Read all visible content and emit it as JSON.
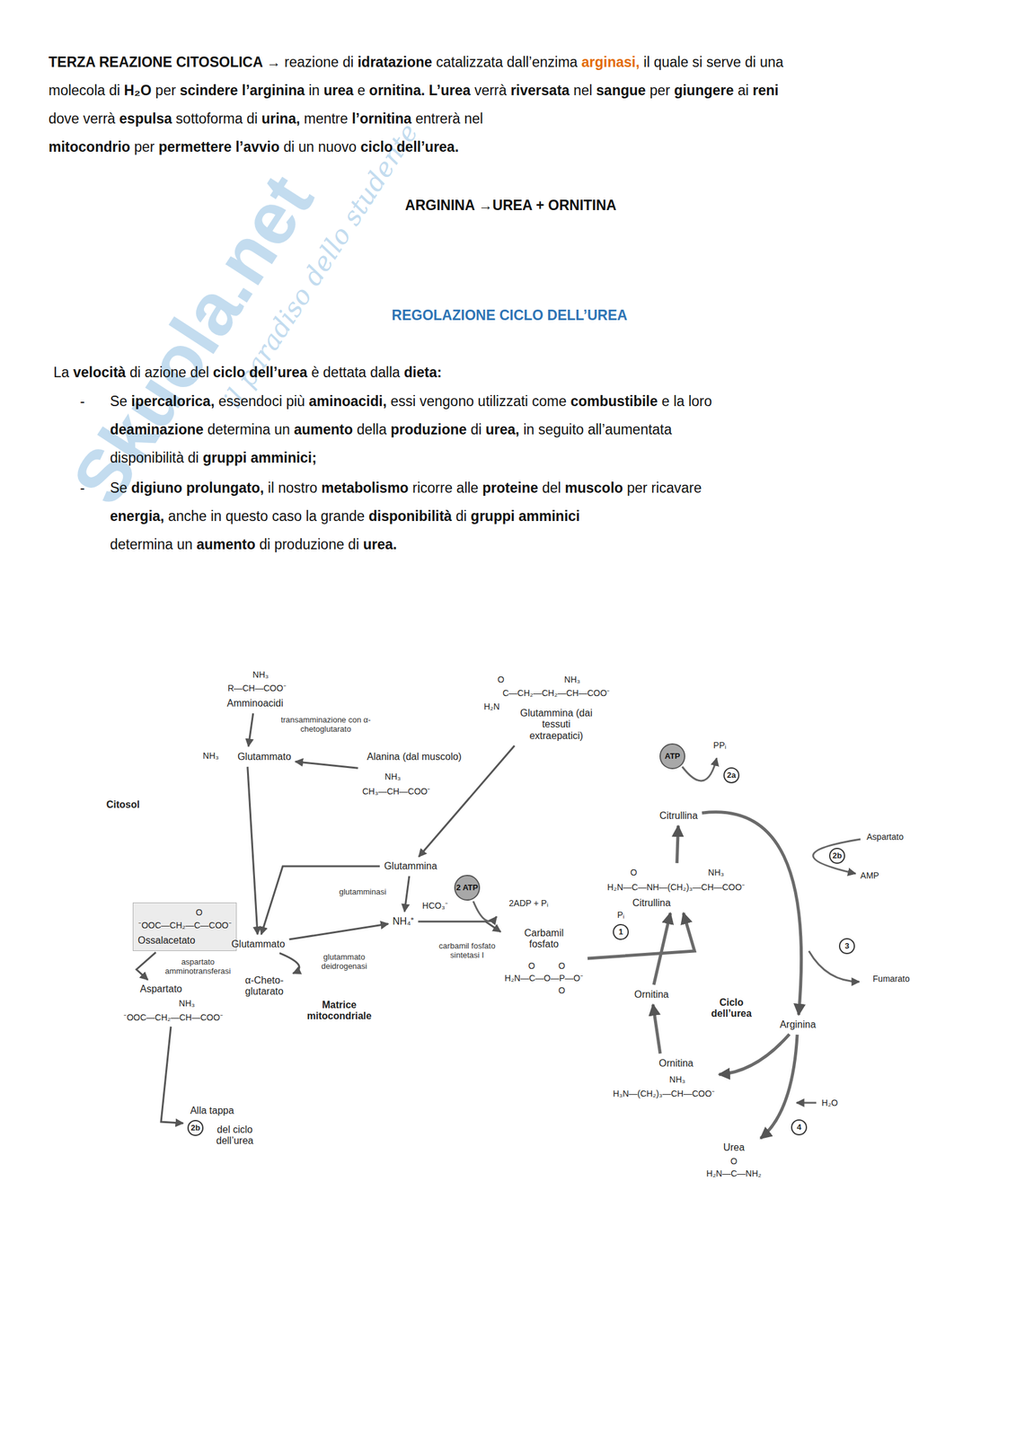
{
  "diagram": {
    "title": "REGOLAZIONE CICLO DELL’UREA",
    "nodes": [
      {
        "text": [
          "NH₃",
          "R—CH—COO⁻",
          "Amminoacidi"
        ]
      },
      {
        "text": [
          "NH₃",
          "Glutammato"
        ]
      },
      {
        "text": [
          "Alanina (dal muscolo)",
          "NH₃",
          "CH₃—CH—COO⁻"
        ]
      },
      {
        "text": [
          "O",
          "NH₃",
          "C—CH₂—CH₂—CH—COO⁻",
          "H₂N",
          "Glutammina (dai tessuti extraepatici)"
        ]
      },
      {
        "text": [
          "Matrice mitocondriale"
        ]
      },
      {
        "text": [
          "Glutammina"
        ],
        "in": 4
      },
      {
        "text": [
          "NH₄⁺"
        ],
        "in": 4
      },
      {
        "text": [
          "Glutammato"
        ],
        "in": 4
      },
      {
        "text": [
          "α-Cheto- glutarato"
        ],
        "in": 4
      },
      {
        "text": [
          "O",
          "⁻OOC—CH₂—C—COO⁻",
          "Ossalacetato"
        ],
        "in": 4
      },
      {
        "text": [
          "Aspartato",
          "NH₃",
          "⁻OOC—CH₂—CH—COO⁻"
        ],
        "in": 4
      },
      {
        "text": [
          "Carbamil fosfato",
          "O",
          "O",
          "H₂N—C—O—P—O⁻",
          "O"
        ],
        "in": 4
      },
      {
        "text": [
          "Alla tappa",
          "2b",
          "del ciclo dell’urea"
        ]
      },
      {
        "text": [
          "Citrullina"
        ]
      },
      {
        "text": [
          "O",
          "NH₃",
          "H₂N—C—NH—(CH₂)₃—CH—COO⁻",
          "Citrullina"
        ]
      },
      {
        "text": [
          "Ornitina"
        ]
      },
      {
        "text": [
          "Arginina"
        ]
      },
      {
        "text": [
          "Ornitina",
          "NH₃",
          "H₃N—(CH₂)₃—CH—COO⁻"
        ]
      },
      {
        "text": [
          "Urea",
          "O",
          "H₂N—C—NH₂"
        ]
      }
    ],
    "edges": [
      {
        "from": 0,
        "to": 1,
        "arrow": "to",
        "label": "transamminazione con α-chetoglutarato"
      },
      {
        "from": 2,
        "to": 1,
        "arrow": "to"
      },
      {
        "from": 1,
        "to": 7,
        "arrow": "to"
      },
      {
        "from": 3,
        "to": 5,
        "arrow": "to"
      },
      {
        "from": 5,
        "to": 6,
        "arrow": "to",
        "label": "glutamminasi"
      },
      {
        "from": 5,
        "to": 7,
        "arrow": "to"
      },
      {
        "from": 7,
        "to": 6,
        "arrow": "to",
        "label": "glutammato deidrogenasi"
      },
      {
        "from": 7,
        "to": 8,
        "arrow": "to"
      },
      {
        "from": 9,
        "to": 10,
        "arrow": "to",
        "label": "aspartato amminotransferasi"
      },
      {
        "from": 10,
        "to": 12,
        "arrow": "to"
      },
      {
        "from": 6,
        "to": 11,
        "arrow": "to",
        "label": "carbamil fosfato sintetasi I"
      },
      {
        "from": 11,
        "to": 14,
        "arrow": "to"
      },
      {
        "from": 15,
        "to": 14,
        "arrow": "to"
      },
      {
        "from": 14,
        "to": 13,
        "arrow": "to"
      },
      {
        "from": 13,
        "to": 16,
        "arrow": "to"
      },
      {
        "from": 16,
        "to": 18,
        "arrow": "to"
      },
      {
        "from": 16,
        "to": 17,
        "arrow": "to"
      },
      {
        "from": 17,
        "to": 15,
        "arrow": "to"
      }
    ],
    "labels": [
      "Skuola.net",
      "il paradiso dello studente",
      "TERZA REAZIONE CITOSOLICA →",
      "reazione di",
      "idratazione",
      "catalizzata dall’enzima",
      "arginasi,",
      "il quale si serve di una",
      "molecola di",
      "H₂O",
      "per",
      "scindere",
      "l’arginina",
      "in",
      "urea",
      "e",
      "ornitina. L’urea",
      "verrà",
      "riversata",
      "nel",
      "sangue",
      "per",
      "giungere",
      "ai",
      "reni",
      "dove verrà",
      "espulsa",
      "sottoforma di",
      "urina,",
      "mentre",
      "l’ornitina",
      "entrerà nel",
      "mitocondrio",
      "per",
      "permettere l’avvio",
      "di un nuovo",
      "ciclo dell’urea.",
      "ARGININA →UREA + ORNITINA",
      "La",
      "velocità",
      "di azione del",
      "ciclo dell’urea",
      "è dettata dalla",
      "dieta:",
      "-",
      "Se",
      "ipercalorica,",
      "essendoci più",
      "aminoacidi,",
      "essi vengono utilizzati come",
      "combustibile",
      "e la loro",
      "deaminazione",
      "determina un",
      "aumento",
      "della",
      "produzione",
      "di",
      "urea,",
      "in seguito all’aumentata",
      "disponibilità di",
      "gruppi amminici;",
      "-",
      "Se",
      "digiuno prolungato,",
      "il nostro",
      "metabolismo",
      "ricorre alle",
      "proteine",
      "del",
      "muscolo",
      "per ricavare",
      "energia,",
      "anche in questo caso la grande",
      "disponibilità",
      "di",
      "gruppi amminici",
      "determina un",
      "aumento",
      "di produzione di",
      "urea.",
      "Citosol",
      "HCO₃⁻",
      "2 ATP",
      "2ADP + Pᵢ",
      "ATP",
      "PPᵢ",
      "2a",
      "Aspartato",
      "2b",
      "AMP",
      "Pᵢ",
      "1",
      "3",
      "Fumarato",
      "4",
      "H₂O",
      "Ciclo dell’urea"
    ]
  }
}
